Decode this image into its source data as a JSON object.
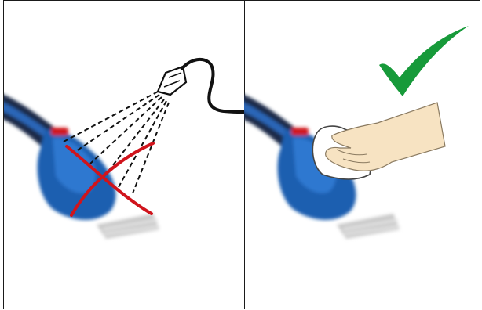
{
  "panels": [
    {
      "id": "wrong",
      "verdict": "do-not",
      "shows": "spraying-water-on-shrub-shear",
      "mark_icon": "red-cross-icon",
      "mark_color": "#d0141c"
    },
    {
      "id": "right",
      "verdict": "do",
      "shows": "wiping-shrub-shear-with-cloth",
      "mark_icon": "green-check-icon",
      "mark_color": "#179a3a"
    }
  ],
  "colors": {
    "tool_blue": "#1f5fb0",
    "tool_dark": "#1b2c4a",
    "blade_grey": "#c9c9c9",
    "hand_skin": "#f7e3c2",
    "cloth": "#ffffff",
    "hose": "#111111"
  }
}
